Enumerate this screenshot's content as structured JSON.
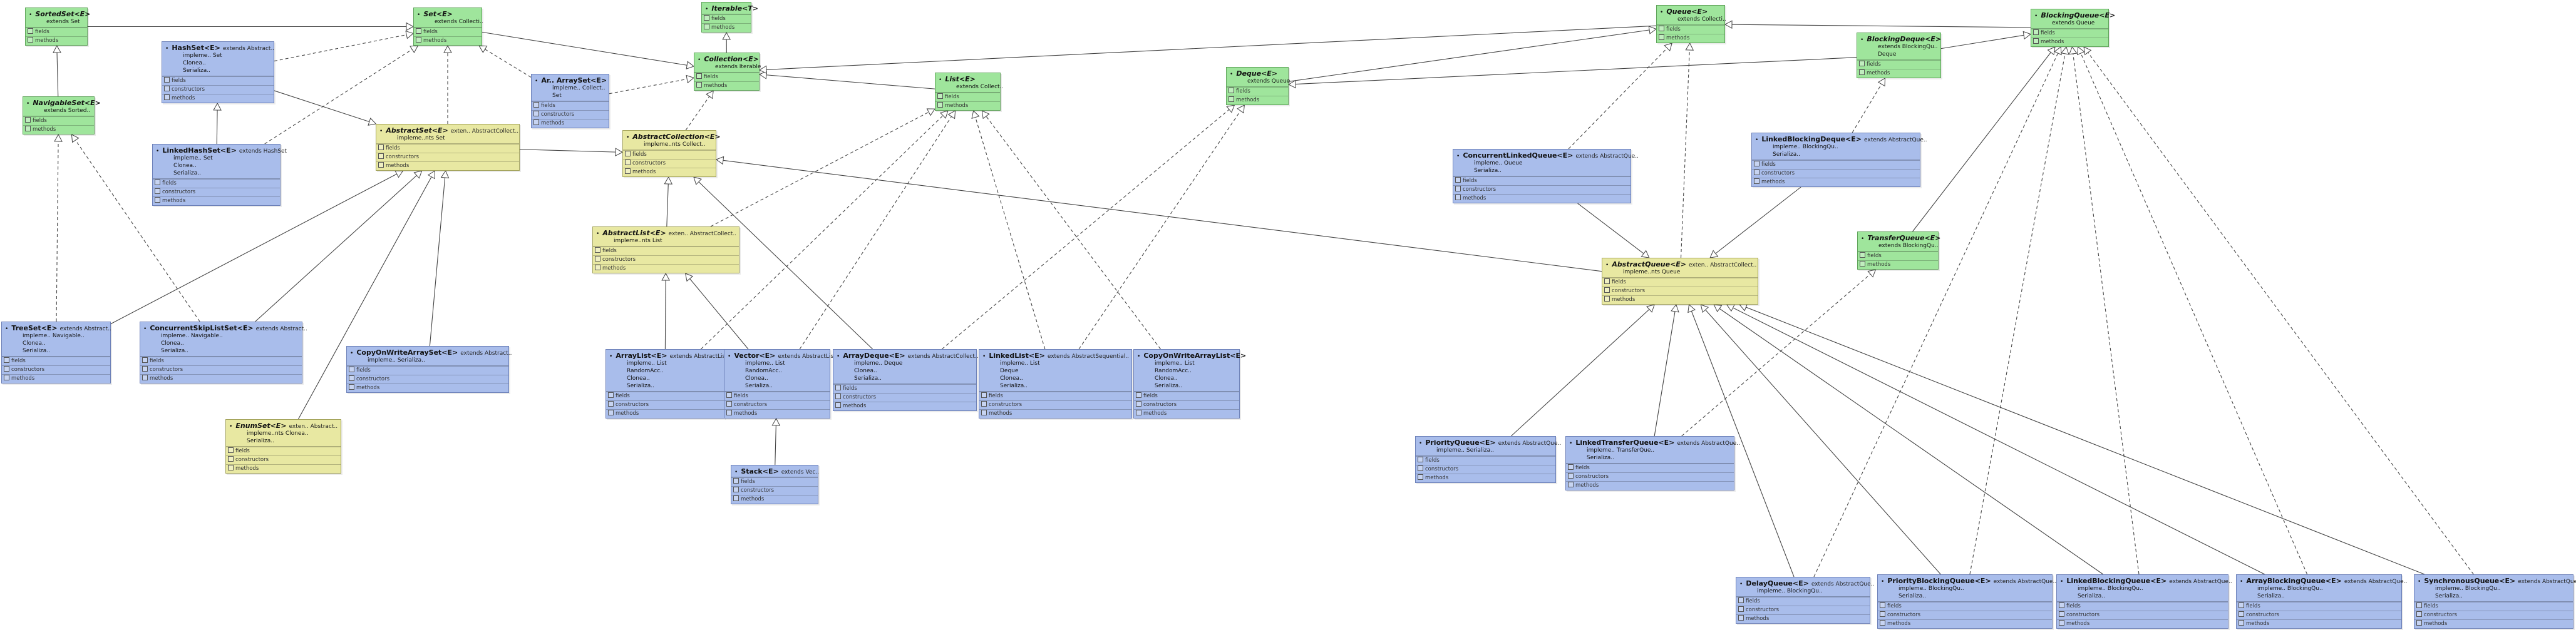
{
  "section_labels": {
    "fields": "fields",
    "constructors": "constructors",
    "methods": "methods"
  },
  "colors": {
    "interface": "#9fe59c",
    "abstract": "#e8e8a2",
    "concrete": "#a9bdeb",
    "edge": "#444444"
  },
  "nodes": [
    {
      "id": "SortedSet",
      "kind": "interface",
      "name": "SortedSet<E>",
      "ext": "",
      "lines": [
        "extends  Set"
      ],
      "sections": [
        "fields",
        "methods"
      ]
    },
    {
      "id": "Set",
      "kind": "interface",
      "name": "Set<E>",
      "ext": "",
      "lines": [
        "extends  Collecti.."
      ],
      "sections": [
        "fields",
        "methods"
      ]
    },
    {
      "id": "Iterable",
      "kind": "interface",
      "name": "Iterable<T>",
      "ext": "",
      "lines": [],
      "sections": [
        "fields",
        "methods"
      ]
    },
    {
      "id": "Queue",
      "kind": "interface",
      "name": "Queue<E>",
      "ext": "",
      "lines": [
        "extends  Collecti.."
      ],
      "sections": [
        "fields",
        "methods"
      ]
    },
    {
      "id": "BlockingQueue",
      "kind": "interface",
      "name": "BlockingQueue<E>",
      "ext": "",
      "lines": [
        "extends  Queue"
      ],
      "sections": [
        "fields",
        "methods"
      ]
    },
    {
      "id": "HashSet",
      "kind": "concrete",
      "name": "HashSet<E>",
      "ext": "extends  Abstract..",
      "lines": [
        "impleme..     Set",
        "Clonea..",
        "Serializa.."
      ],
      "sections": [
        "fields",
        "constructors",
        "methods"
      ]
    },
    {
      "id": "ArraySet",
      "kind": "concrete",
      "name": "Ar..  ArraySet<E>",
      "ext": "",
      "lines": [
        "impleme..   Collect..",
        "Set"
      ],
      "sections": [
        "fields",
        "constructors",
        "methods"
      ]
    },
    {
      "id": "Collection",
      "kind": "interface",
      "name": "Collection<E>",
      "ext": "",
      "lines": [
        "extends  Iterable"
      ],
      "sections": [
        "fields",
        "methods"
      ]
    },
    {
      "id": "List",
      "kind": "interface",
      "name": "List<E>",
      "ext": "",
      "lines": [
        "extends  Collect.."
      ],
      "sections": [
        "fields",
        "methods"
      ]
    },
    {
      "id": "Deque",
      "kind": "interface",
      "name": "Deque<E>",
      "ext": "",
      "lines": [
        "extends  Queue"
      ],
      "sections": [
        "fields",
        "methods"
      ]
    },
    {
      "id": "BlockingDeque",
      "kind": "interface",
      "name": "BlockingDeque<E>",
      "ext": "",
      "lines": [
        "extends  BlockingQu..",
        "Deque"
      ],
      "sections": [
        "fields",
        "methods"
      ]
    },
    {
      "id": "NavigableSet",
      "kind": "interface",
      "name": "NavigableSet<E>",
      "ext": "",
      "lines": [
        "extends  Sorted.."
      ],
      "sections": [
        "fields",
        "methods"
      ]
    },
    {
      "id": "AbstractSet",
      "kind": "abstract",
      "name": "AbstractSet<E>",
      "ext": "exten..   AbstractCollect..",
      "lines": [
        "impleme..nts  Set"
      ],
      "sections": [
        "fields",
        "constructors",
        "methods"
      ]
    },
    {
      "id": "AbstractCollection",
      "kind": "abstract",
      "name": "AbstractCollection<E>",
      "ext": "",
      "lines": [
        "impleme..nts   Collect.."
      ],
      "sections": [
        "fields",
        "constructors",
        "methods"
      ]
    },
    {
      "id": "ConcurrentLinkedQueue",
      "kind": "concrete",
      "name": "ConcurrentLinkedQueue<E>",
      "ext": "extends  AbstractQue..",
      "lines": [
        "impleme..     Queue",
        "Serializa.."
      ],
      "sections": [
        "fields",
        "constructors",
        "methods"
      ]
    },
    {
      "id": "LinkedBlockingDeque",
      "kind": "concrete",
      "name": "LinkedBlockingDeque<E>",
      "ext": "extends  AbstractQue..",
      "lines": [
        "impleme..     BlockingQu..",
        "Serializa.."
      ],
      "sections": [
        "fields",
        "constructors",
        "methods"
      ]
    },
    {
      "id": "LinkedHashSet",
      "kind": "concrete",
      "name": "LinkedHashSet<E>",
      "ext": "extends  HashSet",
      "lines": [
        "impleme..     Set",
        "Clonea..",
        "Serializa.."
      ],
      "sections": [
        "fields",
        "constructors",
        "methods"
      ]
    },
    {
      "id": "AbstractList",
      "kind": "abstract",
      "name": "AbstractList<E>",
      "ext": "exten..   AbstractCollect..",
      "lines": [
        "impleme..nts   List"
      ],
      "sections": [
        "fields",
        "constructors",
        "methods"
      ]
    },
    {
      "id": "TransferQueue",
      "kind": "interface",
      "name": "TransferQueue<E>",
      "ext": "",
      "lines": [
        "extends  BlockingQu.."
      ],
      "sections": [
        "fields",
        "methods"
      ]
    },
    {
      "id": "AbstractQueue",
      "kind": "abstract",
      "name": "AbstractQueue<E>",
      "ext": "exten..   AbstractCollect..",
      "lines": [
        "impleme..nts   Queue"
      ],
      "sections": [
        "fields",
        "constructors",
        "methods"
      ]
    },
    {
      "id": "TreeSet",
      "kind": "concrete",
      "name": "TreeSet<E>",
      "ext": "extends  Abstract..",
      "lines": [
        "impleme..     Navigable..",
        "Clonea..",
        "Serializa.."
      ],
      "sections": [
        "fields",
        "constructors",
        "methods"
      ]
    },
    {
      "id": "ConcurrentSkipListSet",
      "kind": "concrete",
      "name": "ConcurrentSkipListSet<E>",
      "ext": "extends  Abstract..",
      "lines": [
        "impleme..     Navigable..",
        "Clonea..",
        "Serializa.."
      ],
      "sections": [
        "fields",
        "constructors",
        "methods"
      ]
    },
    {
      "id": "CopyOnWriteArraySet",
      "kind": "concrete",
      "name": "CopyOnWriteArraySet<E>",
      "ext": "extends  Abstract..",
      "lines": [
        "impleme..     Serializa.."
      ],
      "sections": [
        "fields",
        "constructors",
        "methods"
      ]
    },
    {
      "id": "ArrayList",
      "kind": "concrete",
      "name": "ArrayList<E>",
      "ext": "extends  AbstractList",
      "lines": [
        "impleme..     List",
        "RandomAcc..",
        "Clonea..",
        "Serializa.."
      ],
      "sections": [
        "fields",
        "constructors",
        "methods"
      ]
    },
    {
      "id": "Vector",
      "kind": "concrete",
      "name": "Vector<E>",
      "ext": "extends  AbstractList",
      "lines": [
        "impleme..     List",
        "RandomAcc..",
        "Clonea..",
        "Serializa.."
      ],
      "sections": [
        "fields",
        "constructors",
        "methods"
      ]
    },
    {
      "id": "ArrayDeque",
      "kind": "concrete",
      "name": "ArrayDeque<E>",
      "ext": "extends  AbstractCollect..",
      "lines": [
        "impleme..     Deque",
        "Clonea..",
        "Serializa.."
      ],
      "sections": [
        "fields",
        "constructors",
        "methods"
      ]
    },
    {
      "id": "LinkedList",
      "kind": "concrete",
      "name": "LinkedList<E>",
      "ext": "extends  AbstractSequential..",
      "lines": [
        "impleme..     List",
        "Deque",
        "Clonea..",
        "Serializa.."
      ],
      "sections": [
        "fields",
        "constructors",
        "methods"
      ]
    },
    {
      "id": "CopyOnWriteArrayList",
      "kind": "concrete",
      "name": "CopyOnWriteArrayList<E>",
      "ext": "",
      "lines": [
        "impleme..     List",
        "RandomAcc..",
        "Clonea..",
        "Serializa.."
      ],
      "sections": [
        "fields",
        "constructors",
        "methods"
      ]
    },
    {
      "id": "EnumSet",
      "kind": "abstract",
      "name": "EnumSet<E>",
      "ext": "exten..   Abstract..",
      "lines": [
        "impleme..nts   Clonea..",
        "Serializa.."
      ],
      "sections": [
        "fields",
        "constructors",
        "methods"
      ]
    },
    {
      "id": "Stack",
      "kind": "concrete",
      "name": "Stack<E>",
      "ext": "extends  Vec..",
      "lines": [],
      "sections": [
        "fields",
        "constructors",
        "methods"
      ]
    },
    {
      "id": "PriorityQueue",
      "kind": "concrete",
      "name": "PriorityQueue<E>",
      "ext": "extends  AbstractQue..",
      "lines": [
        "impleme..     Serializa.."
      ],
      "sections": [
        "fields",
        "constructors",
        "methods"
      ]
    },
    {
      "id": "LinkedTransferQueue",
      "kind": "concrete",
      "name": "LinkedTransferQueue<E>",
      "ext": "extends  AbstractQue..",
      "lines": [
        "impleme..     TransferQue..",
        "Serializa.."
      ],
      "sections": [
        "fields",
        "constructors",
        "methods"
      ]
    },
    {
      "id": "DelayQueue",
      "kind": "concrete",
      "name": "DelayQueue<E>",
      "ext": "extends  AbstractQue..",
      "lines": [
        "impleme..     BlockingQu.."
      ],
      "sections": [
        "fields",
        "constructors",
        "methods"
      ]
    },
    {
      "id": "PriorityBlockingQueue",
      "kind": "concrete",
      "name": "PriorityBlockingQueue<E>",
      "ext": "extends  AbstractQue..",
      "lines": [
        "impleme..     BlockingQu..",
        "Serializa.."
      ],
      "sections": [
        "fields",
        "constructors",
        "methods"
      ]
    },
    {
      "id": "LinkedBlockingQueue",
      "kind": "concrete",
      "name": "LinkedBlockingQueue<E>",
      "ext": "extends  AbstractQue..",
      "lines": [
        "impleme..     BlockingQu..",
        "Serializa.."
      ],
      "sections": [
        "fields",
        "constructors",
        "methods"
      ]
    },
    {
      "id": "ArrayBlockingQueue",
      "kind": "concrete",
      "name": "ArrayBlockingQueue<E>",
      "ext": "extends  AbstractQue..",
      "lines": [
        "impleme..     BlockingQu..",
        "Serializa.."
      ],
      "sections": [
        "fields",
        "constructors",
        "methods"
      ]
    },
    {
      "id": "SynchronousQueue",
      "kind": "concrete",
      "name": "SynchronousQueue<E>",
      "ext": "extends  AbstractQue..",
      "lines": [
        "impleme..     BlockingQu..",
        "Serializa.."
      ],
      "sections": [
        "fields",
        "constructors",
        "methods"
      ]
    }
  ],
  "edges": [
    {
      "from": "SortedSet",
      "to": "Set",
      "style": "solid"
    },
    {
      "from": "NavigableSet",
      "to": "SortedSet",
      "style": "solid"
    },
    {
      "from": "Set",
      "to": "Collection",
      "style": "solid"
    },
    {
      "from": "Collection",
      "to": "Iterable",
      "style": "solid"
    },
    {
      "from": "List",
      "to": "Collection",
      "style": "solid"
    },
    {
      "from": "Queue",
      "to": "Collection",
      "style": "solid"
    },
    {
      "from": "Deque",
      "to": "Queue",
      "style": "solid"
    },
    {
      "from": "BlockingQueue",
      "to": "Queue",
      "style": "solid"
    },
    {
      "from": "BlockingDeque",
      "to": "BlockingQueue",
      "style": "solid"
    },
    {
      "from": "BlockingDeque",
      "to": "Deque",
      "style": "solid"
    },
    {
      "from": "TransferQueue",
      "to": "BlockingQueue",
      "style": "solid"
    },
    {
      "from": "HashSet",
      "to": "Set",
      "style": "dashed"
    },
    {
      "from": "HashSet",
      "to": "AbstractSet",
      "style": "solid"
    },
    {
      "from": "LinkedHashSet",
      "to": "HashSet",
      "style": "solid"
    },
    {
      "from": "LinkedHashSet",
      "to": "Set",
      "style": "dashed"
    },
    {
      "from": "ArraySet",
      "to": "Set",
      "style": "dashed"
    },
    {
      "from": "ArraySet",
      "to": "Collection",
      "style": "dashed"
    },
    {
      "from": "AbstractSet",
      "to": "Set",
      "style": "dashed"
    },
    {
      "from": "AbstractSet",
      "to": "AbstractCollection",
      "style": "solid"
    },
    {
      "from": "AbstractCollection",
      "to": "Collection",
      "style": "dashed"
    },
    {
      "from": "AbstractList",
      "to": "AbstractCollection",
      "style": "solid"
    },
    {
      "from": "AbstractList",
      "to": "List",
      "style": "dashed"
    },
    {
      "from": "AbstractQueue",
      "to": "AbstractCollection",
      "style": "solid"
    },
    {
      "from": "AbstractQueue",
      "to": "Queue",
      "style": "dashed"
    },
    {
      "from": "TreeSet",
      "to": "AbstractSet",
      "style": "solid"
    },
    {
      "from": "TreeSet",
      "to": "NavigableSet",
      "style": "dashed"
    },
    {
      "from": "ConcurrentSkipListSet",
      "to": "AbstractSet",
      "style": "solid"
    },
    {
      "from": "ConcurrentSkipListSet",
      "to": "NavigableSet",
      "style": "dashed"
    },
    {
      "from": "CopyOnWriteArraySet",
      "to": "AbstractSet",
      "style": "solid"
    },
    {
      "from": "EnumSet",
      "to": "AbstractSet",
      "style": "solid"
    },
    {
      "from": "ArrayList",
      "to": "AbstractList",
      "style": "solid"
    },
    {
      "from": "ArrayList",
      "to": "List",
      "style": "dashed"
    },
    {
      "from": "Vector",
      "to": "AbstractList",
      "style": "solid"
    },
    {
      "from": "Vector",
      "to": "List",
      "style": "dashed"
    },
    {
      "from": "Stack",
      "to": "Vector",
      "style": "solid"
    },
    {
      "from": "ArrayDeque",
      "to": "AbstractCollection",
      "style": "solid"
    },
    {
      "from": "ArrayDeque",
      "to": "Deque",
      "style": "dashed"
    },
    {
      "from": "LinkedList",
      "to": "List",
      "style": "dashed"
    },
    {
      "from": "LinkedList",
      "to": "Deque",
      "style": "dashed"
    },
    {
      "from": "CopyOnWriteArrayList",
      "to": "List",
      "style": "dashed"
    },
    {
      "from": "ConcurrentLinkedQueue",
      "to": "AbstractQueue",
      "style": "solid"
    },
    {
      "from": "ConcurrentLinkedQueue",
      "to": "Queue",
      "style": "dashed"
    },
    {
      "from": "LinkedBlockingDeque",
      "to": "AbstractQueue",
      "style": "solid"
    },
    {
      "from": "LinkedBlockingDeque",
      "to": "BlockingDeque",
      "style": "dashed"
    },
    {
      "from": "PriorityQueue",
      "to": "AbstractQueue",
      "style": "solid"
    },
    {
      "from": "LinkedTransferQueue",
      "to": "AbstractQueue",
      "style": "solid"
    },
    {
      "from": "LinkedTransferQueue",
      "to": "TransferQueue",
      "style": "dashed"
    },
    {
      "from": "DelayQueue",
      "to": "AbstractQueue",
      "style": "solid"
    },
    {
      "from": "DelayQueue",
      "to": "BlockingQueue",
      "style": "dashed"
    },
    {
      "from": "PriorityBlockingQueue",
      "to": "AbstractQueue",
      "style": "solid"
    },
    {
      "from": "PriorityBlockingQueue",
      "to": "BlockingQueue",
      "style": "dashed"
    },
    {
      "from": "LinkedBlockingQueue",
      "to": "AbstractQueue",
      "style": "solid"
    },
    {
      "from": "LinkedBlockingQueue",
      "to": "BlockingQueue",
      "style": "dashed"
    },
    {
      "from": "ArrayBlockingQueue",
      "to": "AbstractQueue",
      "style": "solid"
    },
    {
      "from": "ArrayBlockingQueue",
      "to": "BlockingQueue",
      "style": "dashed"
    },
    {
      "from": "SynchronousQueue",
      "to": "AbstractQueue",
      "style": "solid"
    },
    {
      "from": "SynchronousQueue",
      "to": "BlockingQueue",
      "style": "dashed"
    }
  ]
}
